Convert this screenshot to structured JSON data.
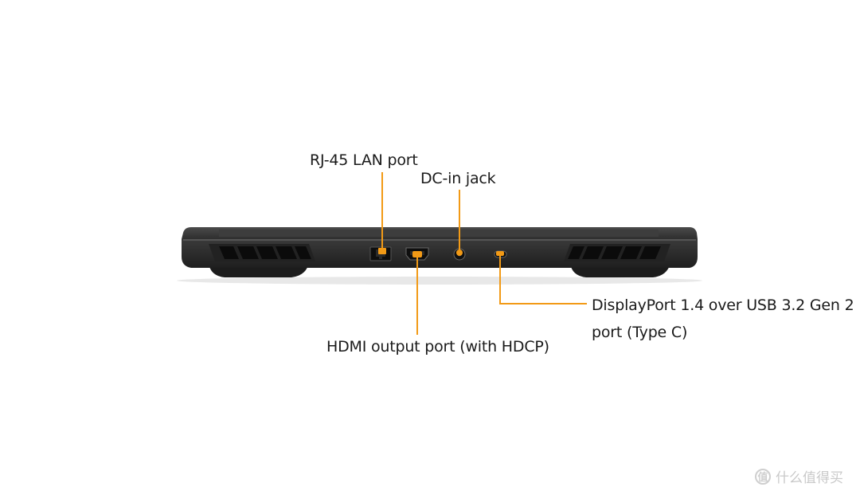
{
  "callouts": {
    "rj45": "RJ-45 LAN port",
    "dc_in": "DC-in jack",
    "hdmi": "HDMI output port (with HDCP)",
    "displayport_line1": "DisplayPort 1.4 over USB 3.2 Gen 2",
    "displayport_line2": "port (Type C)"
  },
  "watermark": {
    "logo_glyph": "值",
    "text": "什么值得买"
  },
  "colors": {
    "leader_line": "#f29a16",
    "chassis": "#2b2b2b",
    "background": "#ffffff"
  }
}
